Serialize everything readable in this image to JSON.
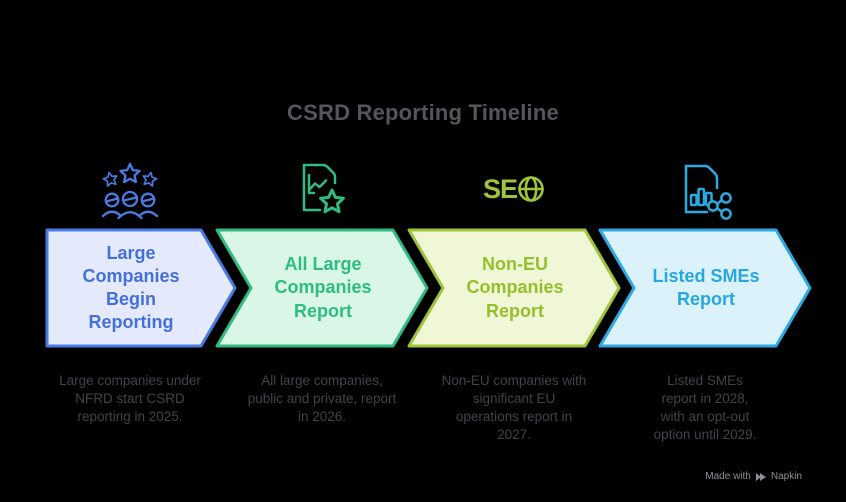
{
  "title": "CSRD Reporting Timeline",
  "colors": {
    "background": "#000000",
    "title": "#53575c",
    "description": "#404449",
    "footer": "#8b8f94"
  },
  "steps": [
    {
      "label": "Large Companies Begin Reporting",
      "description": "Large companies under NFRD start CSRD reporting in 2025.",
      "year": "2025",
      "icon": "team-with-stars-icon",
      "accent": "#4a7be2",
      "fill": "#e4eafb",
      "text_color": "#4370dd"
    },
    {
      "label": "All Large Companies Report",
      "description": "All large companies, public and private, report in 2026.",
      "year": "2026",
      "icon": "document-chart-star-icon",
      "accent": "#30bc80",
      "fill": "#d9f6e7",
      "text_color": "#2cbd7f"
    },
    {
      "label": "Non-EU Companies Report",
      "description": "Non-EU companies with significant EU operations report in 2027.",
      "year": "2027",
      "icon": "seo-globe-icon",
      "accent": "#9dc43b",
      "fill": "#eff7d7",
      "text_color": "#95c02c"
    },
    {
      "label": "Listed SMEs Report",
      "description": "Listed SMEs report in 2028, with an opt-out option until 2029.",
      "year": "2028",
      "icon": "document-barchart-share-icon",
      "accent": "#2ba9e0",
      "fill": "#dcf2fb",
      "text_color": "#27a7df"
    }
  ],
  "footer": {
    "made_with": "Made with",
    "brand": "Napkin"
  }
}
